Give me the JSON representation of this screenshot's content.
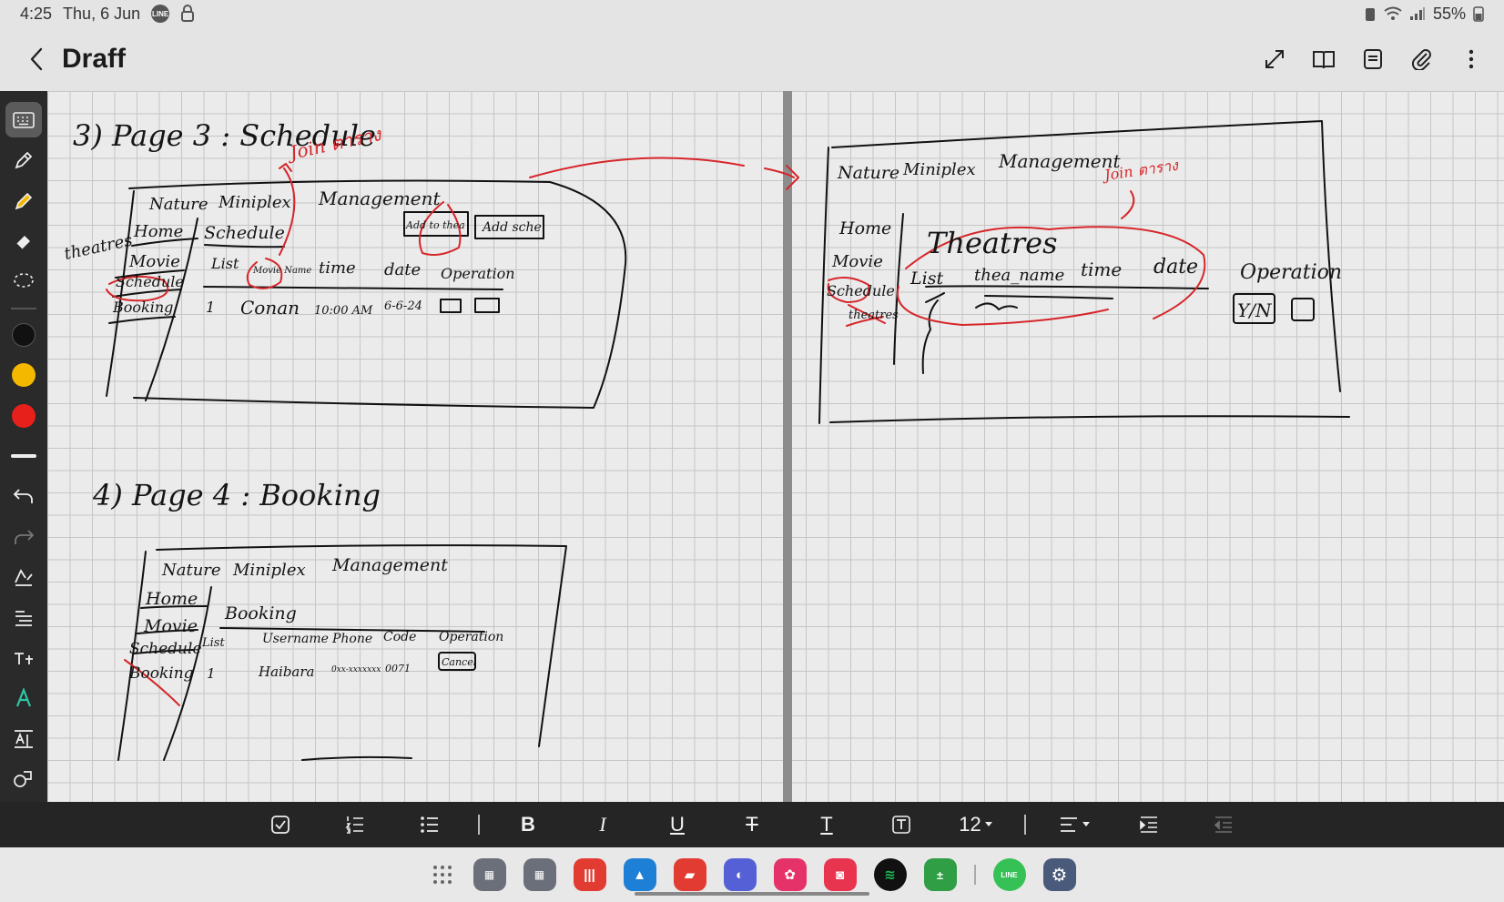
{
  "status_bar": {
    "time": "4:25",
    "date": "Thu, 6 Jun",
    "battery": "55%",
    "chip_label": "LINE"
  },
  "header": {
    "title": "Draff"
  },
  "icons": {
    "title_actions": [
      "expand-icon",
      "book-view-icon",
      "page-list-icon",
      "attachment-icon",
      "more-options-icon"
    ],
    "left_tools": [
      "keyboard-icon",
      "pen-icon",
      "highlighter-icon",
      "eraser-icon",
      "lasso-icon",
      "undo-icon",
      "redo-icon",
      "shape-icon",
      "text-align-icon",
      "handwriting-icon",
      "text-style-icon",
      "text-size-icon",
      "shapes-icon"
    ]
  },
  "colors": {
    "black": "#111111",
    "yellow": "#f5b800",
    "red": "#e8201c",
    "accent_red": "#d6262a"
  },
  "sketch": {
    "page3_heading": "3) Page 3 : Schedule",
    "join_note": "Join ตาราง",
    "theatres_note": "theatres",
    "app_title_1": "Nature",
    "app_title_2": "Miniplex",
    "app_title_3": "Management",
    "nav_home": "Home",
    "nav_movie": "Movie",
    "nav_schedule": "Schedule",
    "nav_booking": "Booking",
    "nav_theatres": "theatres",
    "schedule_title": "Schedule",
    "btn_add_theatre": "Add to thea",
    "btn_add_schedule": "Add sche",
    "col_list": "List",
    "col_movie_name": "Movie Name",
    "col_time": "time",
    "col_date": "date",
    "col_operation": "Operation",
    "row_no": "1",
    "row_movie": "Conan",
    "row_time": "10:00 AM",
    "row_date": "6-6-24",
    "page4_heading": "4) Page 4 : Booking",
    "booking_title": "Booking",
    "col_username": "Username",
    "col_phone": "Phone",
    "col_code": "Code",
    "row_username": "Haibara",
    "row_phone": "0xx-xxxxxxx",
    "row_code": "0071",
    "btn_cancel": "Cancel",
    "theatres_title": "Theatres",
    "join_note_2": "Join ตาราง",
    "col_thea_name": "thea_name",
    "btn_yes_no": "Y/N"
  },
  "format_bar": {
    "bold": "B",
    "italic": "I",
    "underline": "U",
    "strike": "T",
    "text": "T",
    "font_size": "12"
  },
  "dock": {
    "apps": [
      "app-library-icon",
      "folder-icon",
      "voice-recorder-icon",
      "navigation-app-icon",
      "notes-app-icon",
      "compass-app-icon",
      "blossom-app-icon",
      "camera-app-icon",
      "spotify-icon",
      "calculator-icon",
      "line-app-icon",
      "settings-icon"
    ],
    "line_label": "LINE"
  }
}
